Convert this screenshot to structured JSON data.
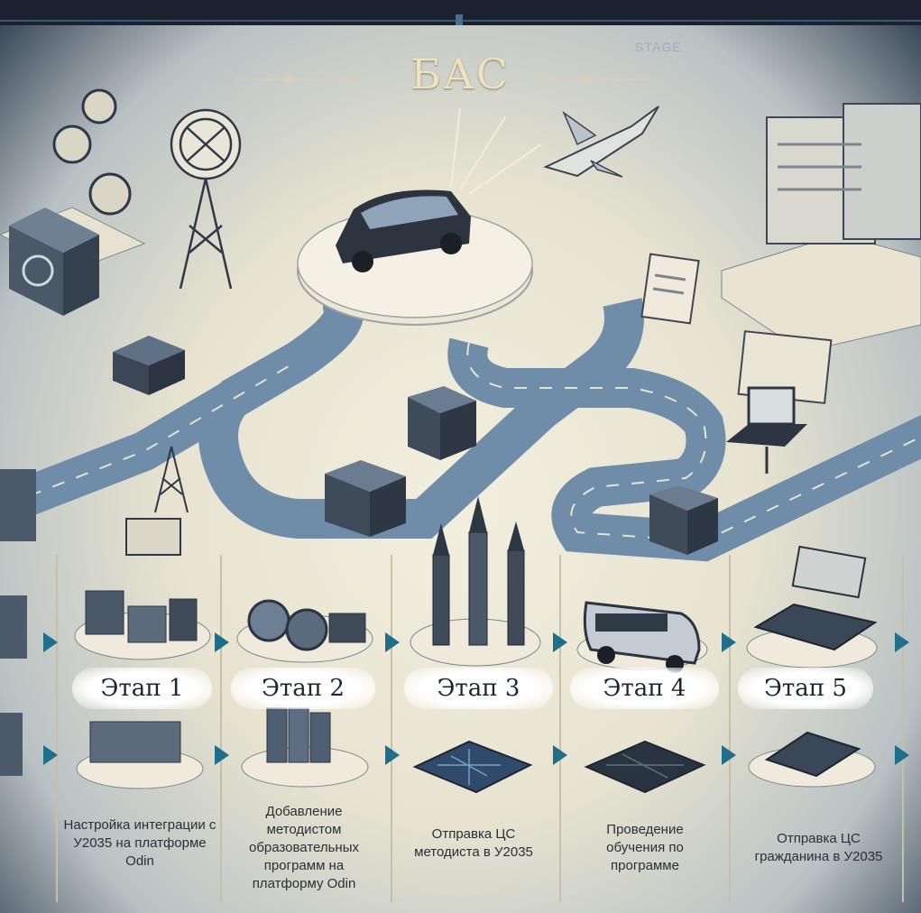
{
  "title": "БАС",
  "watermark": "STAGE",
  "stages": [
    {
      "label": "Этап 1",
      "desc": "Настройка интеграции с У2035 на платформе Odin"
    },
    {
      "label": "Этап 2",
      "desc": "Добавление методистом образовательных программ на платформу Odin"
    },
    {
      "label": "Этап 3",
      "desc": "Отправка ЦС методиста в У2035"
    },
    {
      "label": "Этап 4",
      "desc": "Проведение обучения по программе"
    },
    {
      "label": "Этап 5",
      "desc": "Отправка ЦС гражданина в У2035"
    }
  ],
  "icons": [
    "car-icon",
    "plane-icon",
    "radio-tower-icon",
    "server-cube-icon",
    "laptop-icon",
    "billboard-icon",
    "van-icon",
    "rocket-tower-icon",
    "circuit-board-icon"
  ],
  "colors": {
    "road": "#6f8ca9",
    "accent": "#1f6f8a",
    "ink": "#1e2633",
    "paper": "#efeadb"
  }
}
